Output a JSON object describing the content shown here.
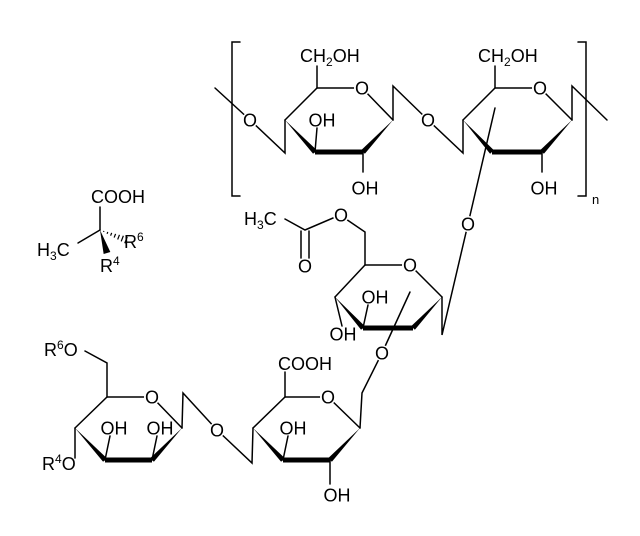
{
  "title": "Polysaccharide repeating unit structure",
  "colors": {
    "ink": "#000000",
    "background": "#ffffff"
  },
  "labels": {
    "ch2oh_1": {
      "a": "CH",
      "b": "2",
      "c": "OH"
    },
    "ch2oh_2": {
      "a": "CH",
      "b": "2",
      "c": "OH"
    },
    "ring_o": "O",
    "link_o": "O",
    "oh": "OH",
    "repeat_n": "n",
    "h3c_acetyl": {
      "a": "H",
      "b": "3",
      "c": "C"
    },
    "h3c_lactic": {
      "a": "H",
      "b": "3",
      "c": "C"
    },
    "cooh_lactic": "COOH",
    "cooh_uronic": "COOH",
    "r6": {
      "a": "R",
      "b": "6"
    },
    "r4": {
      "a": "R",
      "b": "4"
    },
    "r6o": {
      "a": "R",
      "b": "6",
      "c": "O"
    },
    "r4o": {
      "a": "R",
      "b": "4",
      "c": "O"
    },
    "carbonyl_o": "O"
  }
}
